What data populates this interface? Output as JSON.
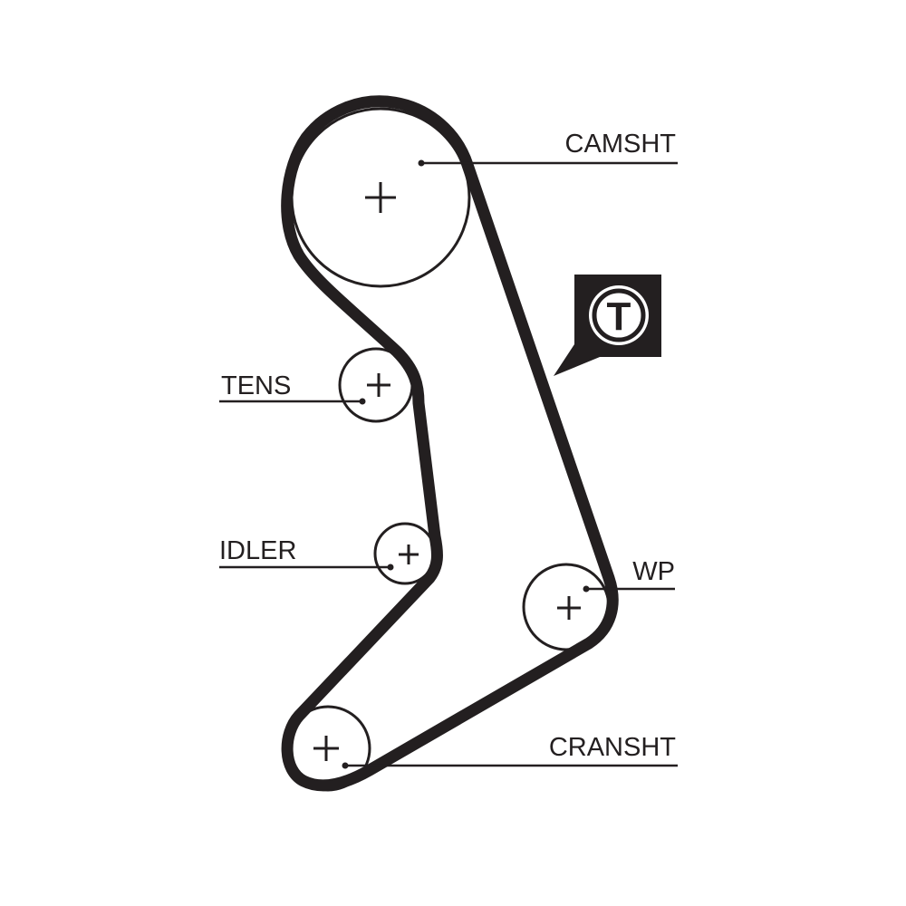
{
  "labels": {
    "camshaft": "CAMSHT",
    "tensioner": "TENS",
    "idler": "IDLER",
    "water_pump": "WP",
    "crankshaft": "CRANSHT"
  },
  "marker": {
    "letter": "T",
    "icon": "tensioner-marker-icon"
  },
  "colors": {
    "line": "#231f20",
    "background": "#ffffff"
  }
}
